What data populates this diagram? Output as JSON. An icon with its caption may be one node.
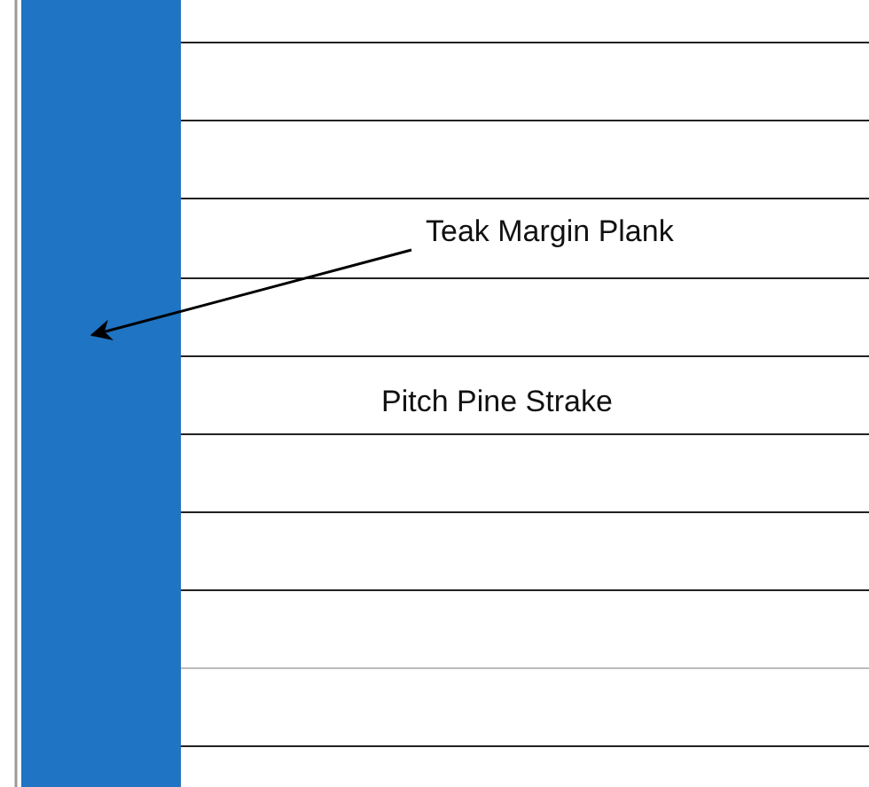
{
  "diagram": {
    "nodes": [
      {
        "text": [
          "Teak Margin Plank"
        ]
      },
      {
        "text": [],
        "shape": "bar"
      }
    ],
    "edges": [
      {
        "from": 0,
        "to": 1,
        "arrow": "to"
      }
    ],
    "labels": [
      "Pitch Pine Strake"
    ]
  }
}
